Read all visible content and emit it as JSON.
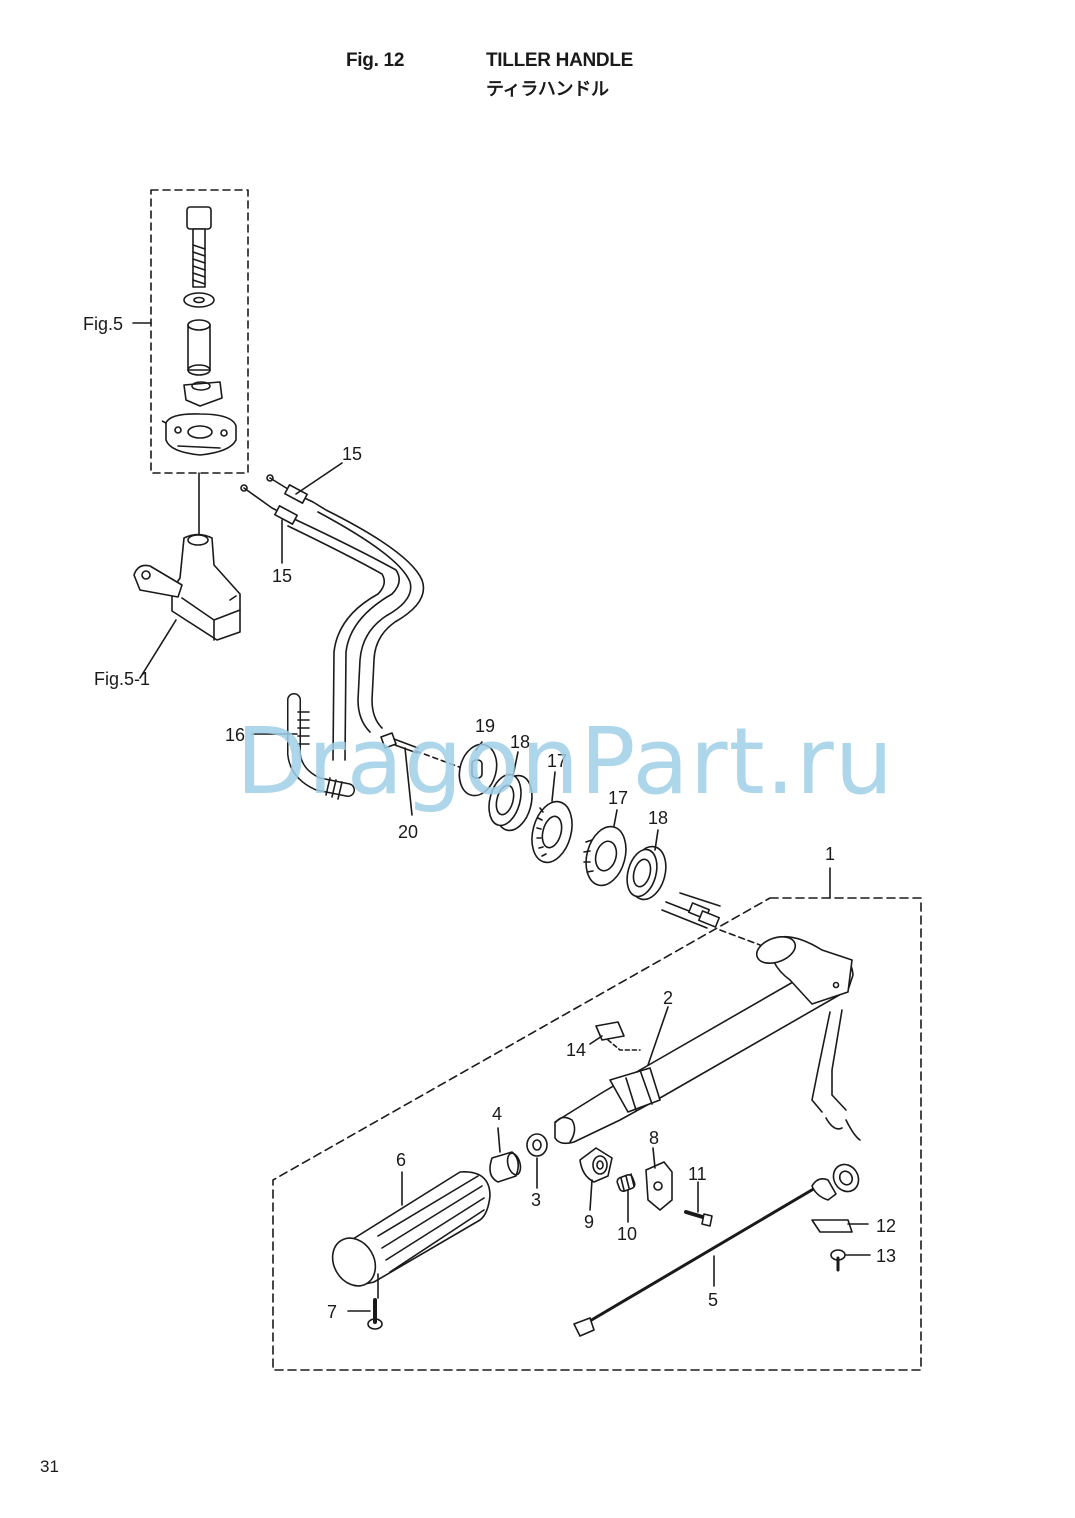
{
  "header": {
    "figure": "Fig. 12",
    "title": "TILLER HANDLE",
    "title_jp": "ティラハンドル"
  },
  "watermark": "DragonPart.ru",
  "page_number": "31",
  "references": {
    "fig5": "Fig.5",
    "fig5_1": "Fig.5-1"
  },
  "callouts": [
    "1",
    "2",
    "3",
    "4",
    "5",
    "6",
    "7",
    "8",
    "9",
    "10",
    "11",
    "12",
    "13",
    "14",
    "15",
    "16",
    "17",
    "18",
    "19",
    "20"
  ],
  "colors": {
    "ink": "#1a1a1a",
    "watermark": "#9fcfe7",
    "background": "#ffffff"
  }
}
